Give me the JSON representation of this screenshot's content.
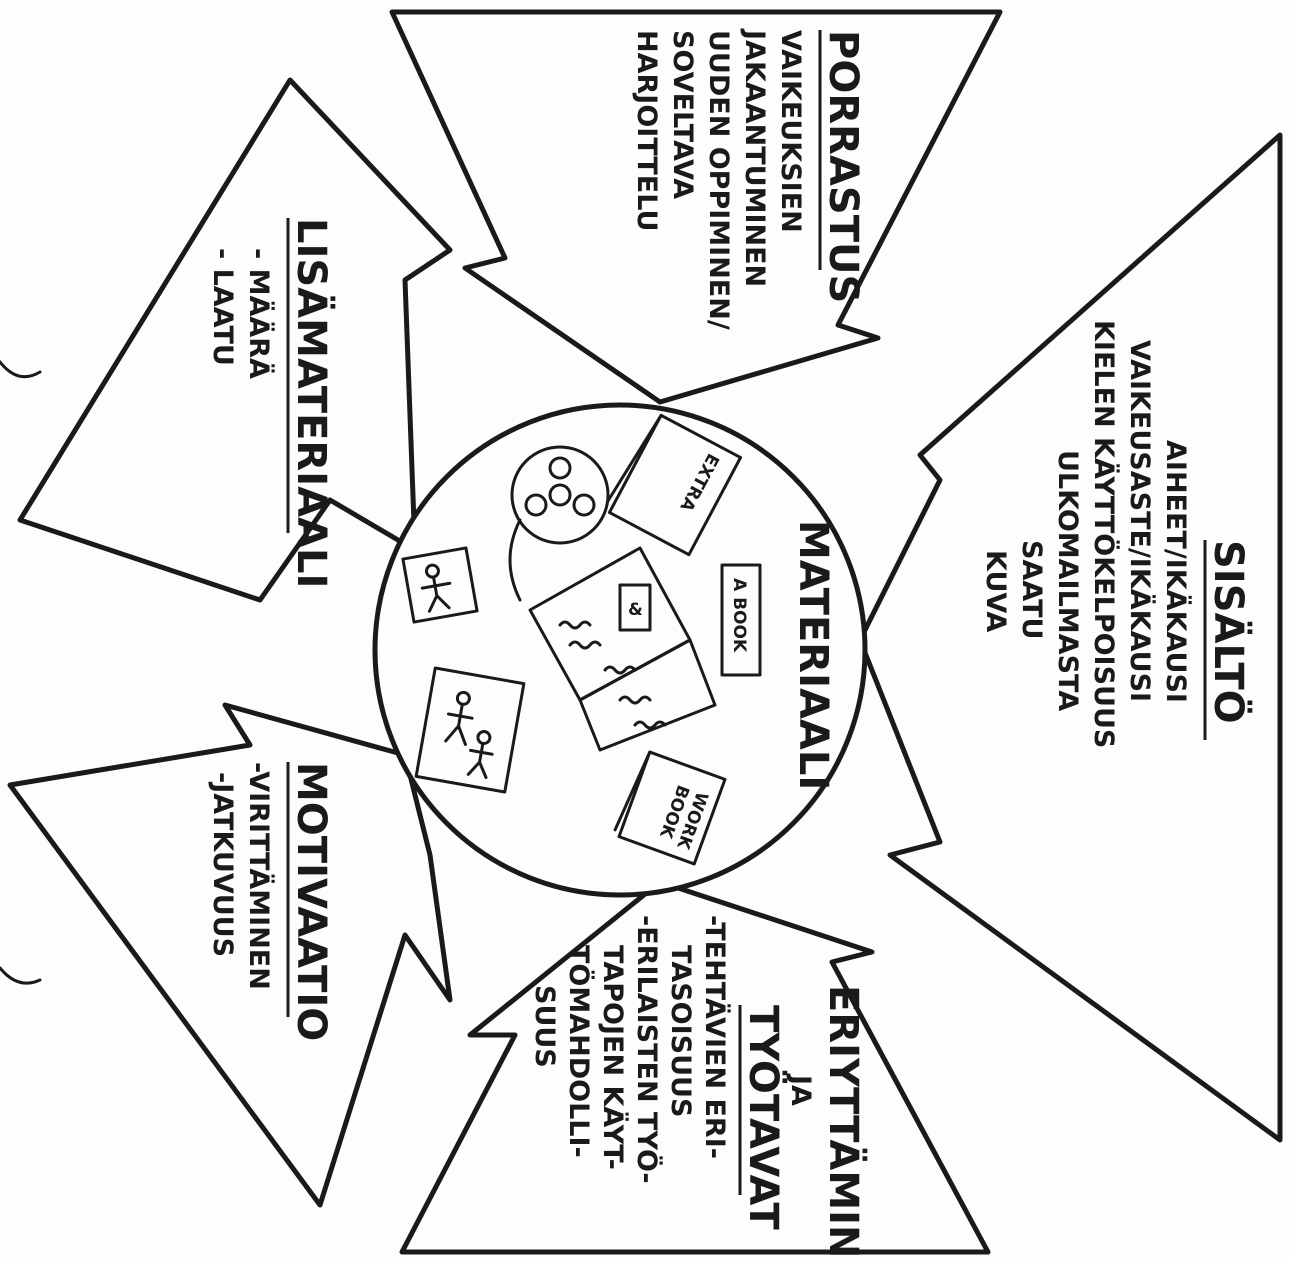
{
  "hub": {
    "title": "MATERIAALI",
    "book_label": "A BOOK",
    "extra_label": "EXTRA",
    "workbook_label_1": "WORK",
    "workbook_label_2": "BOOK"
  },
  "arrows": {
    "porrastus": {
      "title": "PORRASTUS",
      "lines": [
        "VAIKEUKSIEN",
        "JAKAANTUMINEN",
        "UUDEN OPPIMINEN/",
        "SOVELTAVA",
        "HARJOITTELU"
      ]
    },
    "sisalto": {
      "title": "SISÄLTÖ",
      "lines": [
        "AIHEET/IKÄKAUSI",
        "VAIKEUSASTE/IKÄKAUSI",
        "KIELEN KÄYTTÖKELPOISUUS",
        "ULKOMAILMASTA",
        "SAATU",
        "KUVA"
      ]
    },
    "eriyttaminen": {
      "title_1": "ERIYTTÄMINEN",
      "title_2": "JA",
      "title_3": "TYÖTAVAT",
      "lines": [
        "-TEHTÄVIEN ERI-",
        "TASOISUUS",
        "-ERILAISTEN TYÖ-",
        "TAPOJEN KÄYT-",
        "TÖMAHDOLLI-",
        "SUUS"
      ]
    },
    "motivaatio": {
      "title": "MOTIVAATIO",
      "lines": [
        "-VIRITTÄMINEN",
        "-JATKUVUUS"
      ]
    },
    "lisamateriaali": {
      "title": "LISÄMATERIAALI",
      "lines": [
        "- MÄÄRÄ",
        "- LAATU"
      ]
    }
  }
}
